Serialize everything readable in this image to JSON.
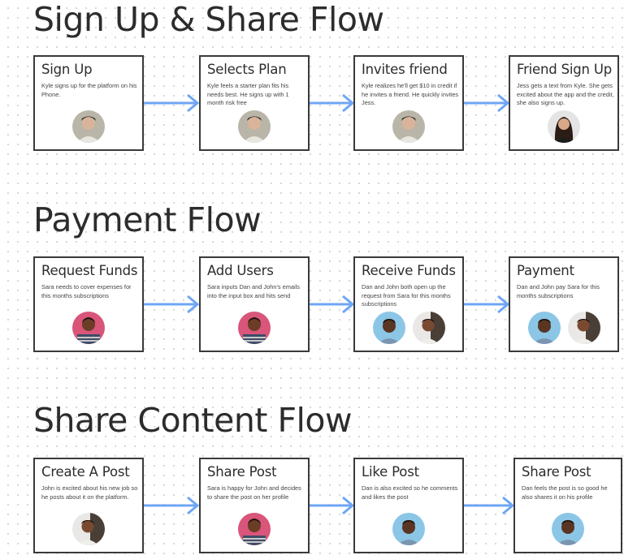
{
  "colors": {
    "arrow": "#6fa6f5",
    "card_border": "#3a3a3a",
    "heading": "#2c2c2c"
  },
  "sections": [
    {
      "title": "Sign Up & Share Flow",
      "cards": [
        {
          "title": "Sign Up",
          "desc": "Kyle signs up for the platform on his Phone.",
          "avatars": [
            "kyle"
          ]
        },
        {
          "title": "Selects Plan",
          "desc": "Kyle feels a starter plan fits his needs best. He signs up with 1 month risk free",
          "avatars": [
            "kyle"
          ]
        },
        {
          "title": "Invites friend",
          "desc": "Kyle realizes he'll get $10 in credit if he invites a friend. He quickly invites Jess.",
          "avatars": [
            "kyle"
          ]
        },
        {
          "title": "Friend Sign Up",
          "desc": "Jess gets a text from Kyle. She gets excited about the app and the credit, she also signs up.",
          "avatars": [
            "jess"
          ]
        }
      ]
    },
    {
      "title": "Payment Flow",
      "cards": [
        {
          "title": "Request Funds",
          "desc": "Sara needs to cover expenses for this months subscriptions",
          "avatars": [
            "sara"
          ]
        },
        {
          "title": "Add Users",
          "desc": "Sara inputs Dan and John's emails into the input box and hits send",
          "avatars": [
            "sara"
          ]
        },
        {
          "title": "Receive Funds",
          "desc": "Dan and John both open up the request from Sara for this months subscriptions",
          "avatars": [
            "dan",
            "john"
          ]
        },
        {
          "title": "Payment",
          "desc": "Dan and John pay Sara for this months subscriptions",
          "avatars": [
            "dan",
            "john"
          ]
        }
      ]
    },
    {
      "title": "Share Content Flow",
      "cards": [
        {
          "title": "Create A Post",
          "desc": "John is excited about his new job so he posts about it on the platform.",
          "avatars": [
            "john"
          ]
        },
        {
          "title": "Share Post",
          "desc": "Sara is happy for John and decides to share the post on her profile",
          "avatars": [
            "sara"
          ]
        },
        {
          "title": "Like Post",
          "desc": "Dan is also excited so he comments and likes the post",
          "avatars": [
            "dan"
          ]
        },
        {
          "title": "Share Post",
          "desc": "Dan feels the post is so good he also shares it on his profile",
          "avatars": [
            "dan"
          ]
        }
      ]
    }
  ]
}
